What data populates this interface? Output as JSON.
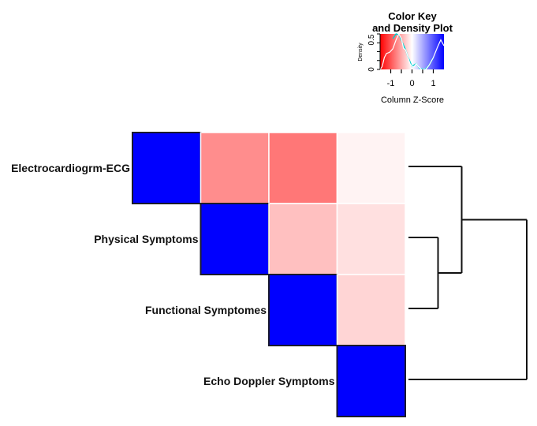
{
  "chart_data": {
    "type": "heatmap",
    "title": "",
    "rows": [
      "Electrocardiogrm-ECG",
      "Physical Symptoms",
      "Functional Symptomes",
      "Echo Doppler Symptoms"
    ],
    "matrix_shape": "upper-triangular",
    "values": [
      [
        1.5,
        -0.67,
        -0.8,
        -0.07
      ],
      [
        null,
        1.5,
        -0.37,
        -0.18
      ],
      [
        null,
        null,
        1.5,
        -0.25
      ],
      [
        null,
        null,
        null,
        1.5
      ]
    ],
    "color_scale": {
      "low": "#FF0000",
      "mid": "#FFFFFF",
      "high": "#0000FF",
      "range": [
        -1.5,
        1.5
      ]
    },
    "dendrogram": {
      "side": "right",
      "merges": [
        {
          "members": [
            "Physical Symptoms",
            "Functional Symptomes"
          ],
          "height": 0.25
        },
        {
          "members": [
            "Electrocardiogrm-ECG",
            "Physical Symptoms+Functional Symptomes"
          ],
          "height": 0.45
        },
        {
          "members": [
            "all-above",
            "Echo Doppler Symptoms"
          ],
          "height": 1.0
        }
      ]
    },
    "color_key": {
      "title_line1": "Color Key",
      "title_line2": "and Density Plot",
      "xlabel": "Column Z-Score",
      "ylabel": "Density",
      "xticks": [
        "-1",
        "0",
        "1"
      ],
      "xtick_values": [
        -1,
        0,
        1
      ],
      "minor_xtick_values": [
        -1,
        -0.5,
        0,
        0.5,
        1
      ],
      "yticks": [
        "0",
        "0.5"
      ],
      "ytick_values": [
        0,
        0.5
      ],
      "xlim": [
        -1.5,
        1.5
      ],
      "ylim": [
        0,
        0.6
      ],
      "density_curve": [
        [
          -1.5,
          0.0
        ],
        [
          -1.4,
          0.05
        ],
        [
          -1.3,
          0.2
        ],
        [
          -1.2,
          0.27
        ],
        [
          -1.05,
          0.29
        ],
        [
          -0.9,
          0.35
        ],
        [
          -0.75,
          0.5
        ],
        [
          -0.62,
          0.6
        ],
        [
          -0.5,
          0.52
        ],
        [
          -0.4,
          0.36
        ],
        [
          -0.3,
          0.33
        ],
        [
          -0.2,
          0.22
        ],
        [
          -0.1,
          0.1
        ],
        [
          0.0,
          0.05
        ],
        [
          0.1,
          0.05
        ],
        [
          0.2,
          0.1
        ],
        [
          0.3,
          0.05
        ],
        [
          0.45,
          0.0
        ],
        [
          0.65,
          0.0
        ],
        [
          0.8,
          0.07
        ],
        [
          1.0,
          0.2
        ],
        [
          1.2,
          0.38
        ],
        [
          1.35,
          0.5
        ],
        [
          1.5,
          0.4
        ]
      ],
      "secondary_curve": [
        [
          -0.9,
          0.52
        ],
        [
          -0.75,
          0.6
        ],
        [
          -0.6,
          0.58
        ],
        [
          -0.45,
          0.45
        ],
        [
          -0.3,
          0.33
        ],
        [
          -0.2,
          0.22
        ],
        [
          0.0,
          0.05
        ],
        [
          0.2,
          0.1
        ],
        [
          0.35,
          0.02
        ],
        [
          0.6,
          0.0
        ],
        [
          0.8,
          0.07
        ],
        [
          1.0,
          0.2
        ]
      ],
      "histogram_color": "#00D0D0",
      "density_color": "#FFFFFF"
    }
  }
}
